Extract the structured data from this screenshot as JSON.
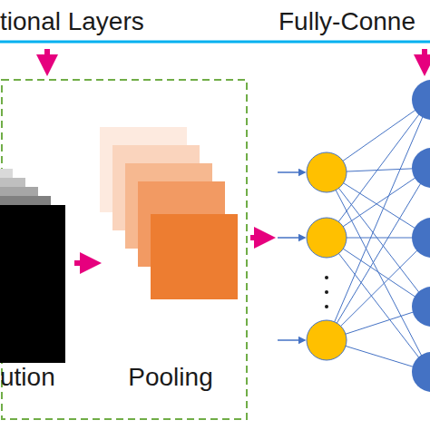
{
  "diagram": {
    "nodes": [
      {
        "text": [
          "ution"
        ]
      },
      {
        "text": [
          "Pooling"
        ]
      }
    ],
    "edges": [
      {
        "from": 0,
        "to": 1,
        "arrow": "to"
      }
    ],
    "labels": [
      "tional Layers",
      "Fully-Conne"
    ]
  }
}
